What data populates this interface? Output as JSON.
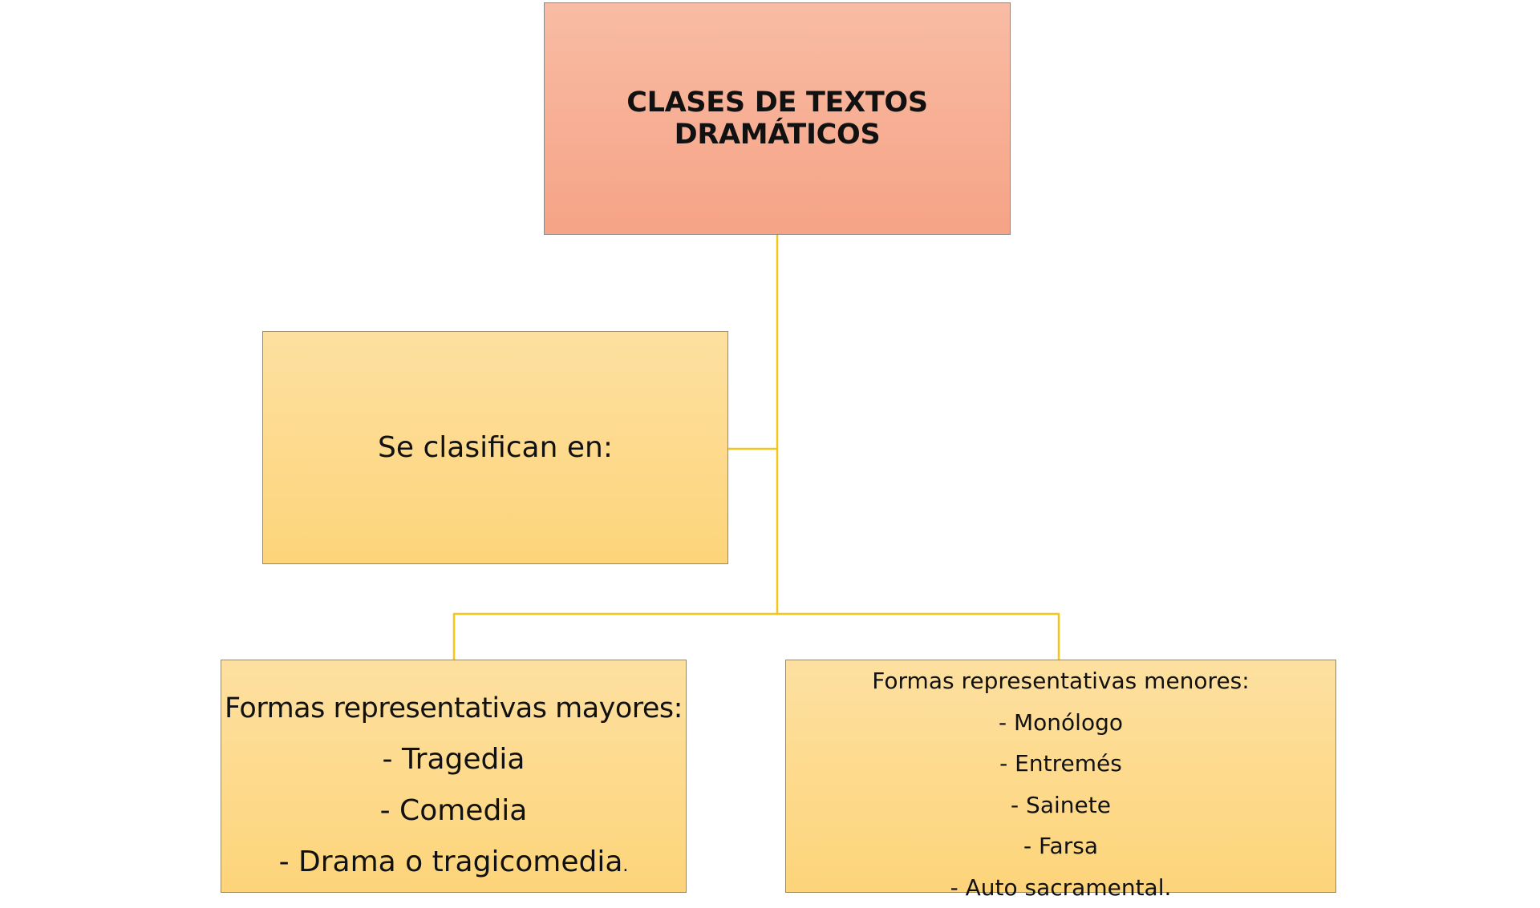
{
  "diagram": {
    "root": {
      "title": "CLASES DE TEXTOS DRAMÁTICOS"
    },
    "sub": {
      "label": "Se clasifican en:"
    },
    "major": {
      "heading": "Formas representativas mayores:",
      "items": [
        "- Tragedia",
        "- Comedia",
        "- Drama o tragicomedia"
      ],
      "trailing": "."
    },
    "minor": {
      "heading": "Formas representativas menores:",
      "items": [
        "- Monólogo",
        "- Entremés",
        "- Sainete",
        "- Farsa",
        "- Auto sacramental."
      ]
    }
  },
  "colors": {
    "root_fill": "#f7ad90",
    "box_fill": "#fdd98c",
    "connector": "#f5c518",
    "border": "#8a8a8a"
  }
}
